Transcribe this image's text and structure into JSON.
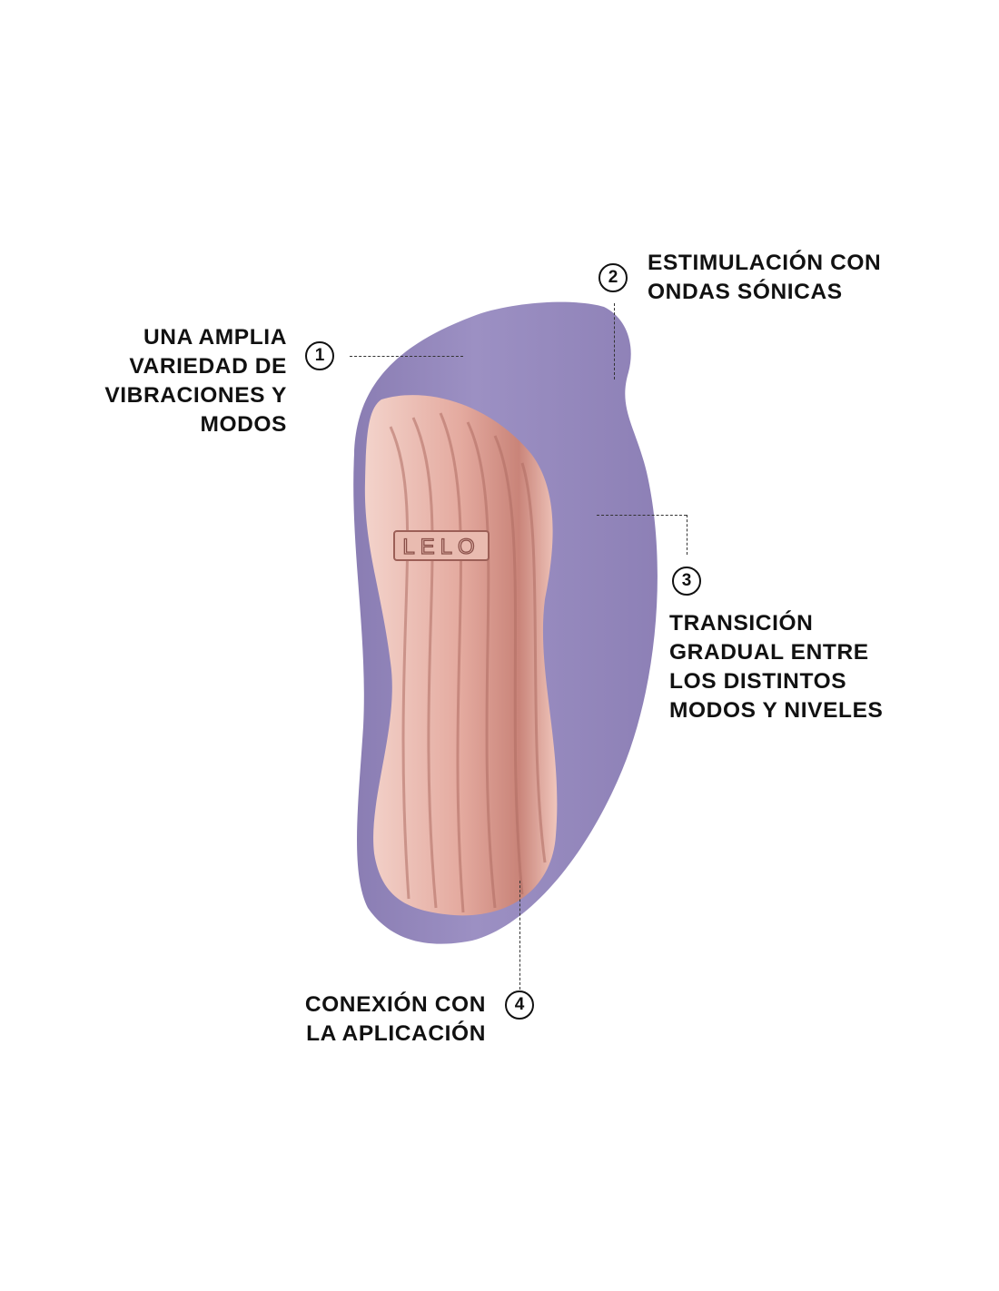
{
  "product": {
    "logo_text": "LELO",
    "body_color": "#9a8dc0",
    "face_color": "#e9b9ae"
  },
  "callouts": [
    {
      "number": "1",
      "lines": [
        "UNA AMPLIA",
        "VARIEDAD DE",
        "VIBRACIONES Y",
        "MODOS"
      ]
    },
    {
      "number": "2",
      "lines": [
        "ESTIMULACIÓN CON",
        "ONDAS SÓNICAS"
      ]
    },
    {
      "number": "3",
      "lines": [
        "TRANSICIÓN",
        "GRADUAL ENTRE",
        "LOS DISTINTOS",
        "MODOS Y NIVELES"
      ]
    },
    {
      "number": "4",
      "lines": [
        "CONEXIÓN CON",
        "LA APLICACIÓN"
      ]
    }
  ]
}
